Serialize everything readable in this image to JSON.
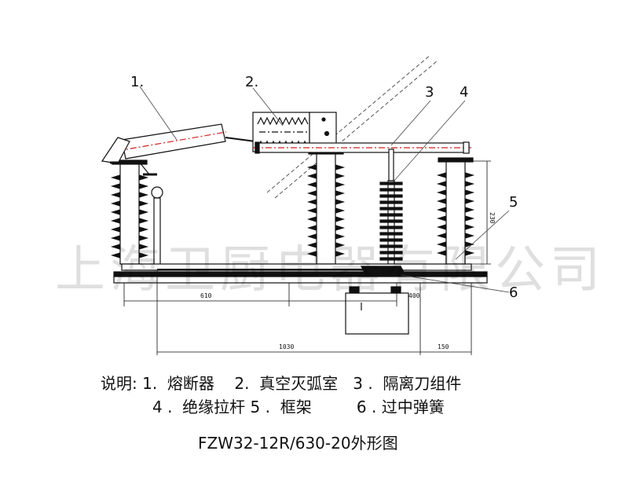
{
  "callouts": [
    "1.",
    "2.",
    "3",
    "4",
    "5",
    "6"
  ],
  "dimensions": {
    "d610": "610",
    "d400": "400",
    "d1030": "1030",
    "d150": "150",
    "d230": "230"
  },
  "legend": {
    "prefix": "说明:",
    "items": [
      {
        "num": "1.",
        "label": "熔断器"
      },
      {
        "num": "2.",
        "label": "真空灭弧室"
      },
      {
        "num": "3 .",
        "label": "隔离刀组件"
      },
      {
        "num": "4 .",
        "label": "绝缘拉杆"
      },
      {
        "num": "5 .",
        "label": "框架"
      },
      {
        "num": "6 .",
        "label": "过中弹簧"
      }
    ]
  },
  "title": "FZW32-12R/630-20外形图",
  "watermark": "上海卫厨电器有限公司",
  "colors": {
    "line": "#111111",
    "centerline": "#d02020"
  }
}
